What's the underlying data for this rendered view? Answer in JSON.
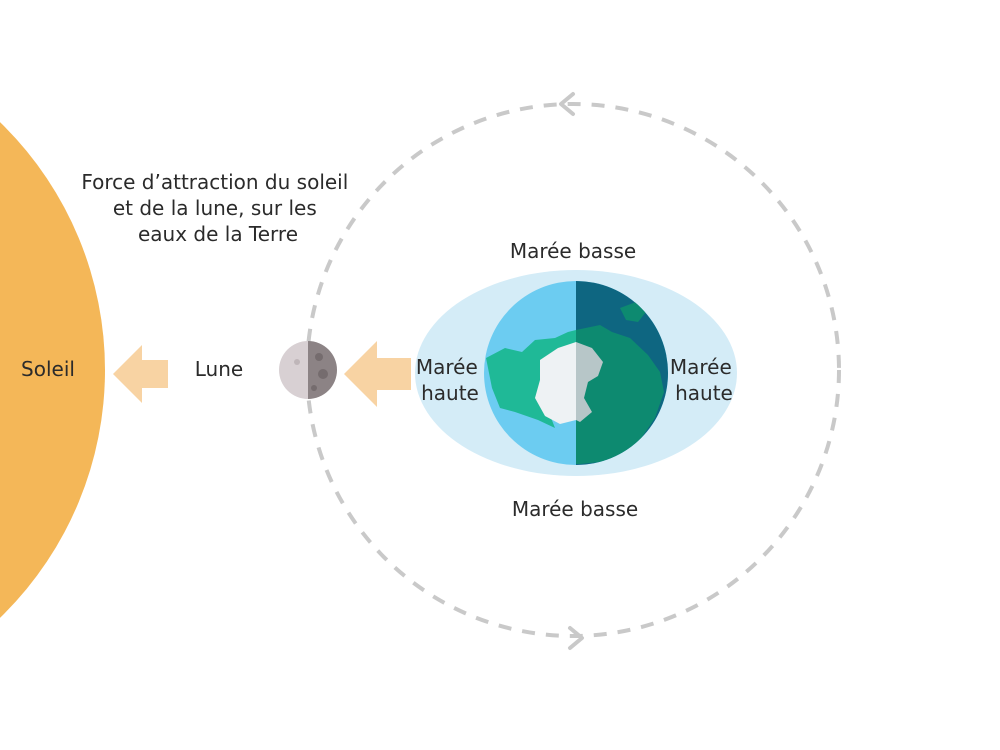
{
  "labels": {
    "sun": "Soleil",
    "moon": "Lune",
    "caption": [
      "Force d’attraction du soleil",
      "et de la lune, sur les",
      "eaux de la Terre"
    ],
    "low_tide_top": "Marée basse",
    "low_tide_bottom": "Marée basse",
    "high_tide_left": [
      "Marée",
      "haute"
    ],
    "high_tide_right": [
      "Marée",
      "haute"
    ]
  },
  "colors": {
    "sun": "#f4b758",
    "arrow": "#f8d3a3",
    "tide_bulge": "#d4ecf7",
    "ocean_day": "#6cccf1",
    "ocean_night": "#0e6681",
    "land_day": "#1fb997",
    "land_night": "#0d8a70",
    "ice_day": "#eef2f4",
    "ice_night": "#b7c6c8",
    "moon_light": "#d8d0d3",
    "moon_dark": "#8c8385",
    "orbit": "#c9c9c9",
    "text": "#2b2b2b"
  },
  "icons": [
    "sun",
    "moon",
    "earth",
    "gravity-arrow",
    "orbit-direction-arrow"
  ]
}
